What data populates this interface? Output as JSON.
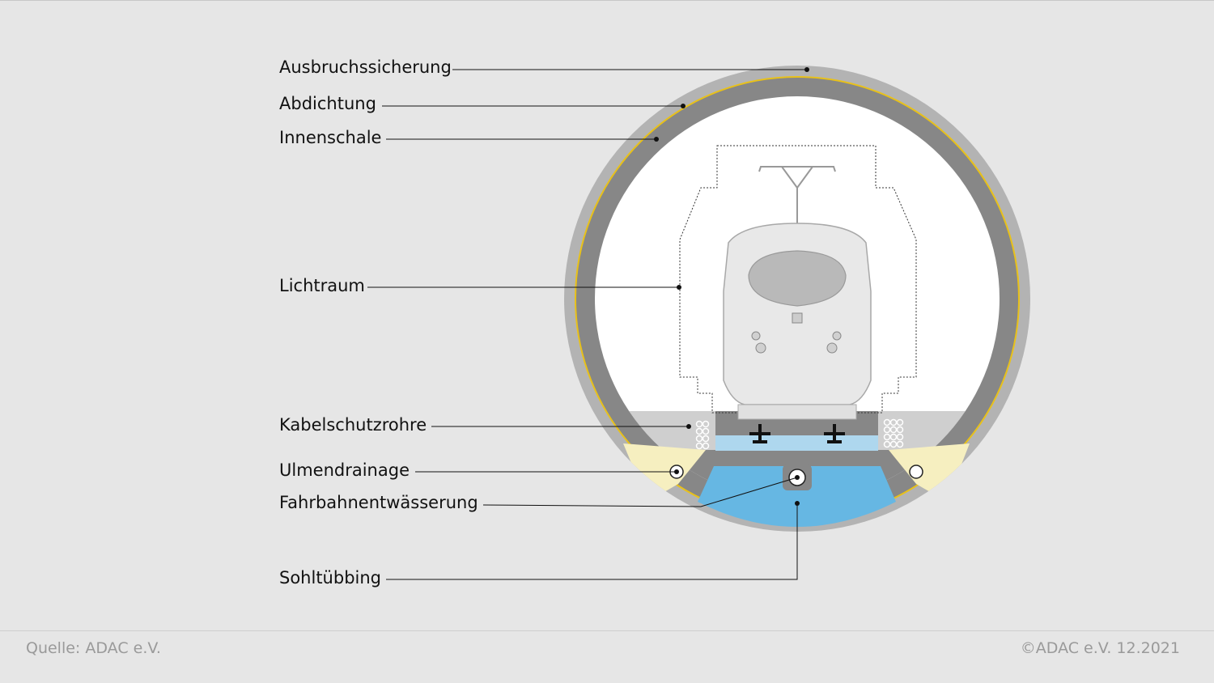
{
  "labels": {
    "ausbruch": "Ausbruchssicherung",
    "abdichtung": "Abdichtung",
    "innenschale": "Innenschale",
    "lichtraum": "Lichtraum",
    "kabel": "Kabelschutzrohre",
    "ulmen": "Ulmendrainage",
    "fahrbahn": "Fahrbahnentwässerung",
    "sohle": "Sohltübbing"
  },
  "footer": {
    "source": "Quelle: ADAC e.V.",
    "copyright": "©ADAC e.V. 12.2021"
  },
  "colors": {
    "background": "#e6e6e6",
    "outer_ring": "#b3b3b3",
    "inner_ring": "#878787",
    "waterproofing": "#e8c11a",
    "water_blue": "#66b7e3",
    "leader": "#111111"
  }
}
